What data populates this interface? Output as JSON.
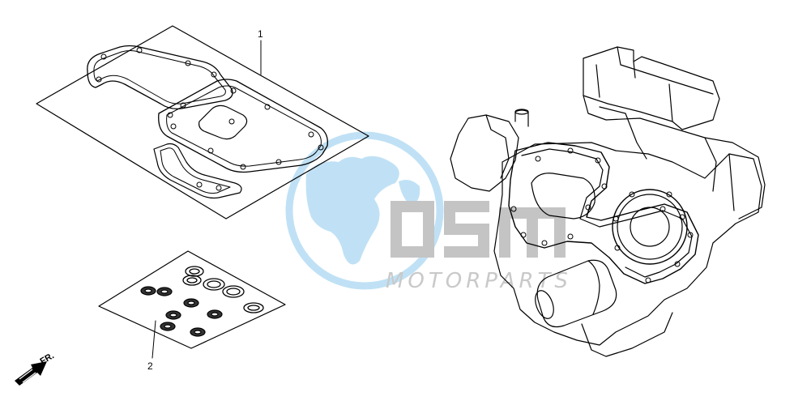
{
  "callouts": [
    {
      "id": "1",
      "label": "1"
    },
    {
      "id": "2",
      "label": "2"
    }
  ],
  "front_indicator": {
    "label": "FR.",
    "icon": "front-arrow-icon"
  },
  "watermark": {
    "logo_text": "OSM",
    "subtitle": "MOTORPARTS",
    "globe_color": "#8ec9ee",
    "text_color": "#c9c9c9"
  }
}
